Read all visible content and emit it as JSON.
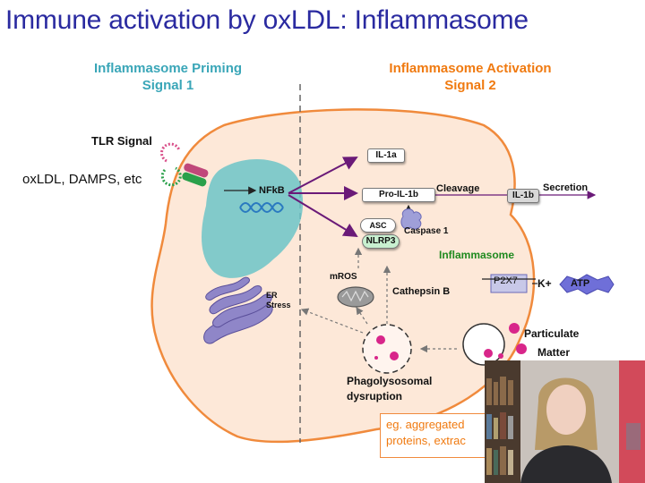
{
  "title": "Immune activation by oxLDL: Inflammasome",
  "signal1": {
    "line1": "Inflammasome Priming",
    "line2": "Signal 1",
    "color": "#3aa6b8"
  },
  "signal2": {
    "line1": "Inflammasome Activation",
    "line2": "Signal 2",
    "color": "#f07a10"
  },
  "labels": {
    "tlr_signal": "TLR Signal",
    "ligands": "oxLDL, DAMPS, etc",
    "nfkb": "NFkB",
    "il1a": "IL-1a",
    "pro_il1b": "Pro-IL-1b",
    "cleavage": "Cleavage",
    "il1b": "IL-1b",
    "secretion": "Secretion",
    "asc": "ASC",
    "caspase1": "Caspase 1",
    "nlrp3": "NLRP3",
    "inflammasome": "Inflammasome",
    "mros": "mROS",
    "cathepsin_b": "Cathepsin B",
    "p2x7": "P2X7",
    "k_plus": "K+",
    "atp": "ATP",
    "er_stress_1": "ER",
    "er_stress_2": "Stress",
    "particulate_1": "Particulate",
    "particulate_2": "Matter",
    "phago_1": "Phagolysosomal",
    "phago_2": "dysruption",
    "example_1": "eg. aggregated",
    "example_2": "proteins, extrac"
  },
  "colors": {
    "cell_fill": "#fde8d8",
    "cell_border": "#f08a3c",
    "nucleus": "#6cc4c8",
    "arrow_purple": "#6a1a78",
    "inflammasome_green": "#1f8a1f",
    "particle_pink": "#d8268a",
    "atp_purple": "#6f6fd8"
  },
  "icons": [
    "tlr-receptor-icon",
    "dna-icon",
    "mitochondrion-icon",
    "er-icon",
    "particle-icon",
    "atp-star-icon",
    "p2x7-channel-icon"
  ]
}
